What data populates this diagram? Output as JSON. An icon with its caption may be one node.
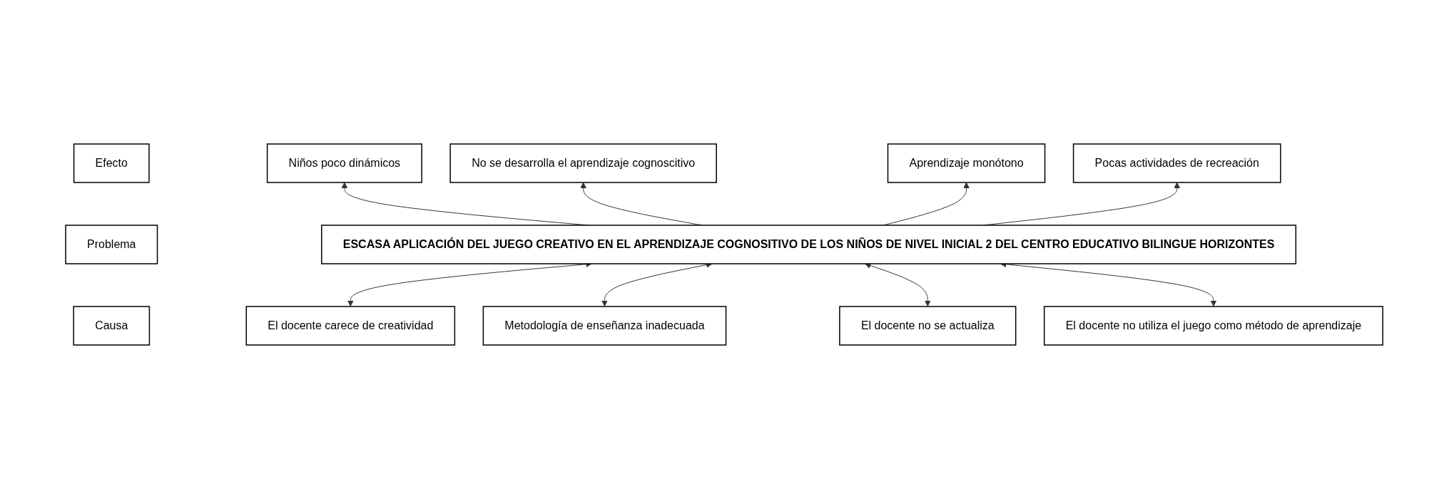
{
  "diagram": {
    "nodes": [
      {
        "text": [
          "Efecto"
        ]
      },
      {
        "text": [
          "Niños poco dinámicos"
        ]
      },
      {
        "text": [
          "No se desarrolla el aprendizaje cognoscitivo"
        ]
      },
      {
        "text": [
          "Aprendizaje monótono"
        ]
      },
      {
        "text": [
          "Pocas actividades de recreación"
        ]
      },
      {
        "text": [
          "Problema"
        ]
      },
      {
        "text": [
          "ESCASA APLICACIÓN DEL JUEGO CREATIVO EN EL APRENDIZAJE COGNOSITIVO DE LOS NIÑOS DE NIVEL INICIAL 2 DEL CENTRO EDUCATIVO BILINGUE HORIZONTES"
        ]
      },
      {
        "text": [
          "Causa"
        ]
      },
      {
        "text": [
          "El docente carece de creatividad"
        ]
      },
      {
        "text": [
          "Metodología de enseñanza inadecuada"
        ]
      },
      {
        "text": [
          "El docente no se actualiza"
        ]
      },
      {
        "text": [
          "El docente no utiliza el juego como método de aprendizaje"
        ]
      }
    ],
    "edges": [
      {
        "from": 6,
        "to": 1,
        "arrow": "to"
      },
      {
        "from": 6,
        "to": 2,
        "arrow": "to"
      },
      {
        "from": 6,
        "to": 3,
        "arrow": "to"
      },
      {
        "from": 6,
        "to": 4,
        "arrow": "to"
      },
      {
        "from": 8,
        "to": 6,
        "arrow": "both"
      },
      {
        "from": 9,
        "to": 6,
        "arrow": "both"
      },
      {
        "from": 10,
        "to": 6,
        "arrow": "both"
      },
      {
        "from": 11,
        "to": 6,
        "arrow": "both"
      }
    ]
  }
}
